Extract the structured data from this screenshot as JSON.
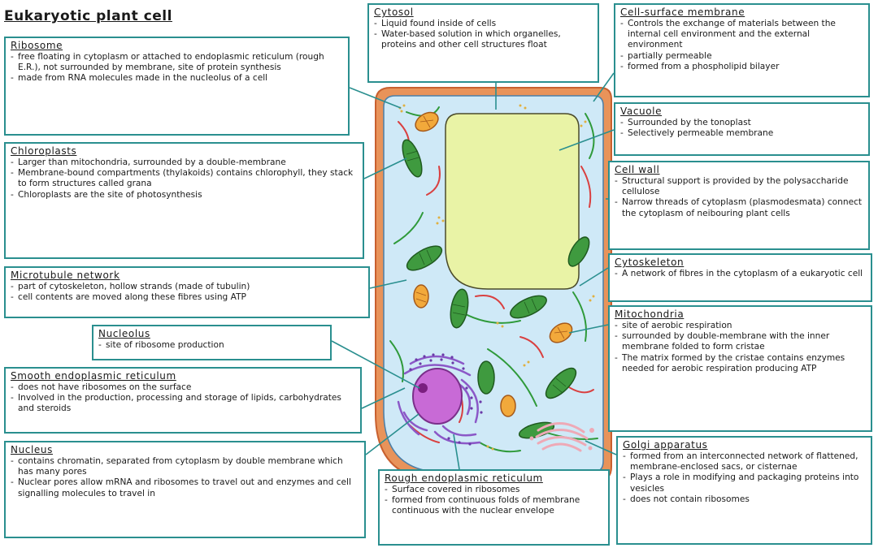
{
  "title": "Eukaryotic plant cell",
  "colors": {
    "box_border": "#2a8f8f",
    "leader_line": "#2a8f8f",
    "cell_wall": "#e8935a",
    "cytoplasm": "#cfe9f7",
    "vacuole": "#e9f3a6",
    "chloroplast": "#3f9a3f",
    "mitochondria": "#f2a93b",
    "nucleus": "#c86ad6",
    "nucleolus": "#7a1f7f",
    "er": "#8b58c7",
    "golgi": "#eea9b6",
    "microtubule": "#2f9a3a",
    "cytoskeleton": "#d94040"
  },
  "labels": {
    "cytosol": {
      "title": "Cytosol",
      "lines": [
        "Liquid found inside of cells",
        "Water-based solution in which organelles, proteins and other cell structures float"
      ]
    },
    "cell_surface_membrane": {
      "title": "Cell-surface membrane",
      "lines": [
        "Controls the exchange of materials between the internal cell environment and the external environment",
        "partially permeable",
        "formed from a phospholipid bilayer"
      ]
    },
    "ribosome": {
      "title": "Ribosome",
      "lines": [
        "free floating in cytoplasm or attached to endoplasmic reticulum (rough E.R.), not surrounded by membrane, site of protein synthesis",
        "made from RNA molecules made in the nucleolus of a cell"
      ]
    },
    "vacuole": {
      "title": "Vacuole",
      "lines": [
        "Surrounded by the tonoplast",
        "Selectively permeable membrane"
      ]
    },
    "chloroplasts": {
      "title": "Chloroplasts",
      "lines": [
        "Larger than mitochondria, surrounded by a double-membrane",
        "Membrane-bound compartments (thylakoids) contains chlorophyll, they stack to form structures called grana",
        "Chloroplasts are the site of photosynthesis"
      ]
    },
    "cell_wall": {
      "title": "Cell wall",
      "lines": [
        "Structural support is provided by the polysaccharide cellulose",
        "Narrow threads of cytoplasm (plasmodesmata) connect the cytoplasm of neibouring plant cells"
      ]
    },
    "cytoskeleton": {
      "title": "Cytoskeleton",
      "lines": [
        "A network of fibres in the cytoplasm of a eukaryotic cell"
      ]
    },
    "microtubule": {
      "title": "Microtubule network",
      "lines": [
        "part of cytoskeleton, hollow strands (made of tubulin)",
        "cell contents are moved along these fibres using ATP"
      ]
    },
    "mitochondria": {
      "title": "Mitochondria",
      "lines": [
        "site of aerobic respiration",
        "surrounded by double-membrane with the inner membrane folded to form cristae",
        "The matrix formed by the cristae contains enzymes needed for aerobic respiration producing ATP"
      ]
    },
    "nucleolus": {
      "title": "Nucleolus",
      "lines": [
        "site of ribosome production"
      ]
    },
    "smooth_er": {
      "title": "Smooth endoplasmic reticulum",
      "lines": [
        "does not have ribosomes on the surface",
        "Involved in the production, processing and storage of lipids, carbohydrates and steroids"
      ]
    },
    "golgi": {
      "title": "Golgi apparatus",
      "lines": [
        "formed from an interconnected network of flattened, membrane-enclosed sacs, or cisternae",
        "Plays a role in modifying and packaging proteins into vesicles",
        "does not contain ribosomes"
      ]
    },
    "nucleus": {
      "title": "Nucleus",
      "lines": [
        "contains chromatin, separated from cytoplasm by double membrane which has many pores",
        "Nuclear pores allow mRNA and ribosomes to travel out and enzymes and cell signalling molecules to travel in"
      ]
    },
    "rough_er": {
      "title": "Rough endoplasmic reticulum",
      "lines": [
        "Surface covered in ribosomes",
        "formed from continuous folds of membrane continuous with the nuclear envelope"
      ]
    }
  }
}
